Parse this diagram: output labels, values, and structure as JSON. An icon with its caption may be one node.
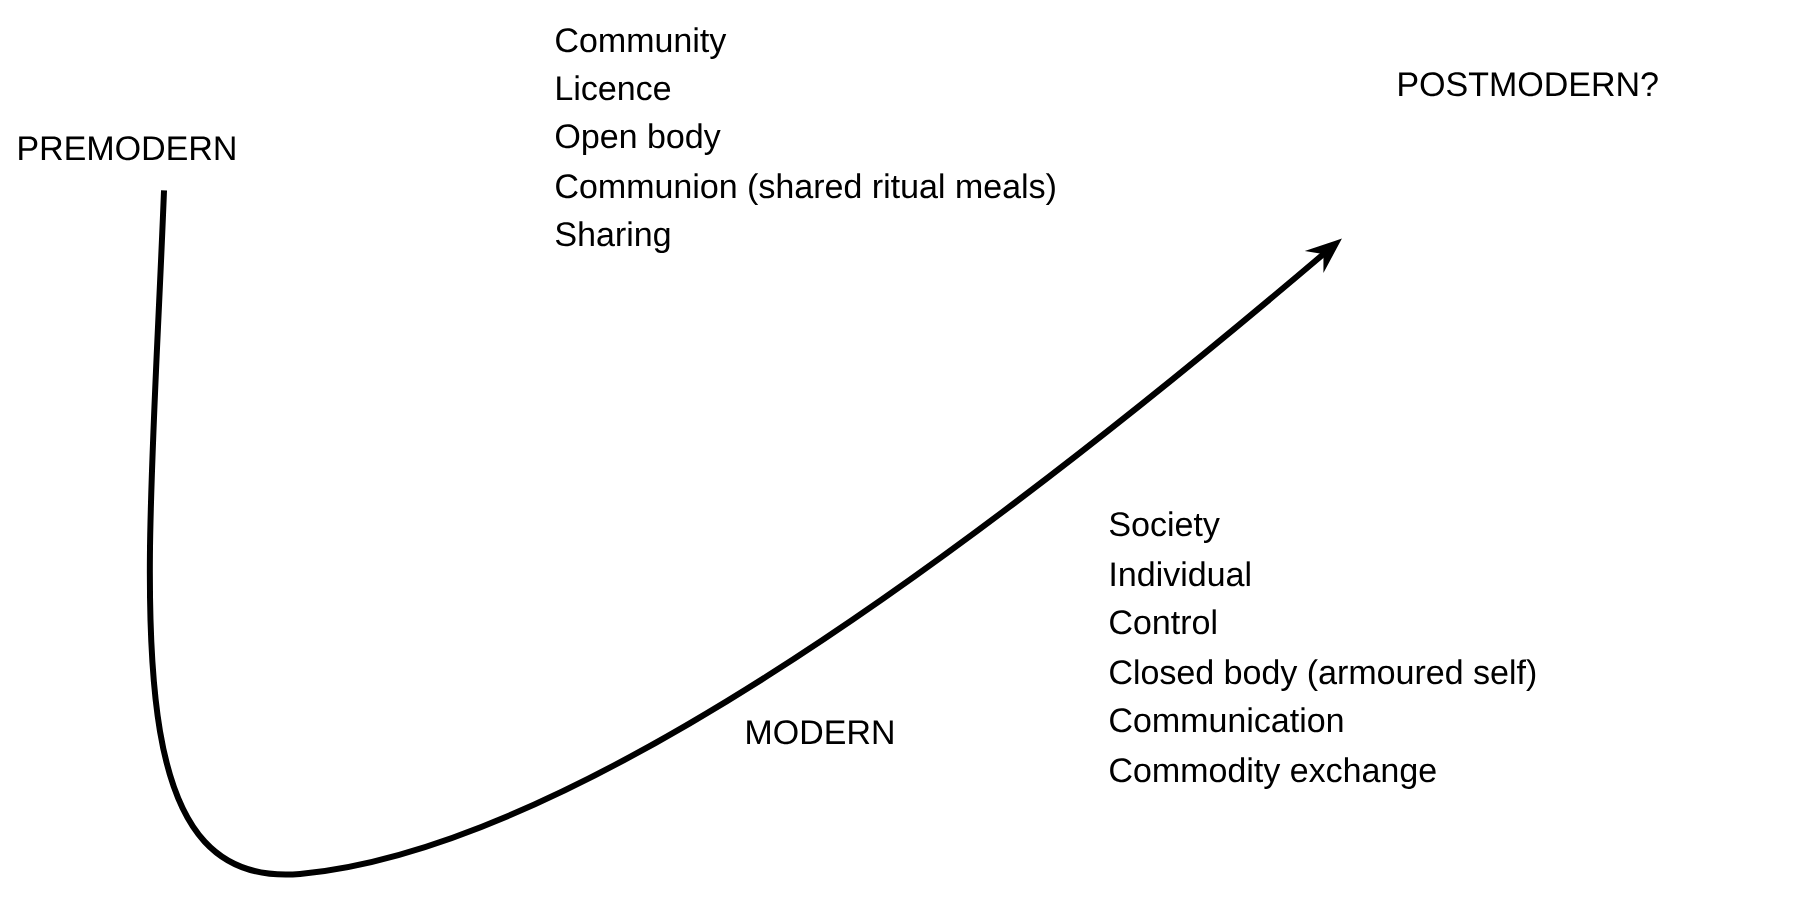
{
  "diagram": {
    "nodes": [
      {
        "text": [
          "PREMODERN"
        ]
      },
      {
        "text": [
          "POSTMODERN?"
        ]
      }
    ],
    "edges": [
      {
        "from": 0,
        "to": 1,
        "arrow": "to"
      }
    ],
    "labels": [
      "Community",
      "Licence",
      "Open body",
      "Communion (shared ritual meals)",
      "Sharing",
      "Society",
      "Individual",
      "Control",
      "Closed body (armoured self)",
      "MODERN",
      "Communication",
      "Commodity exchange"
    ]
  }
}
